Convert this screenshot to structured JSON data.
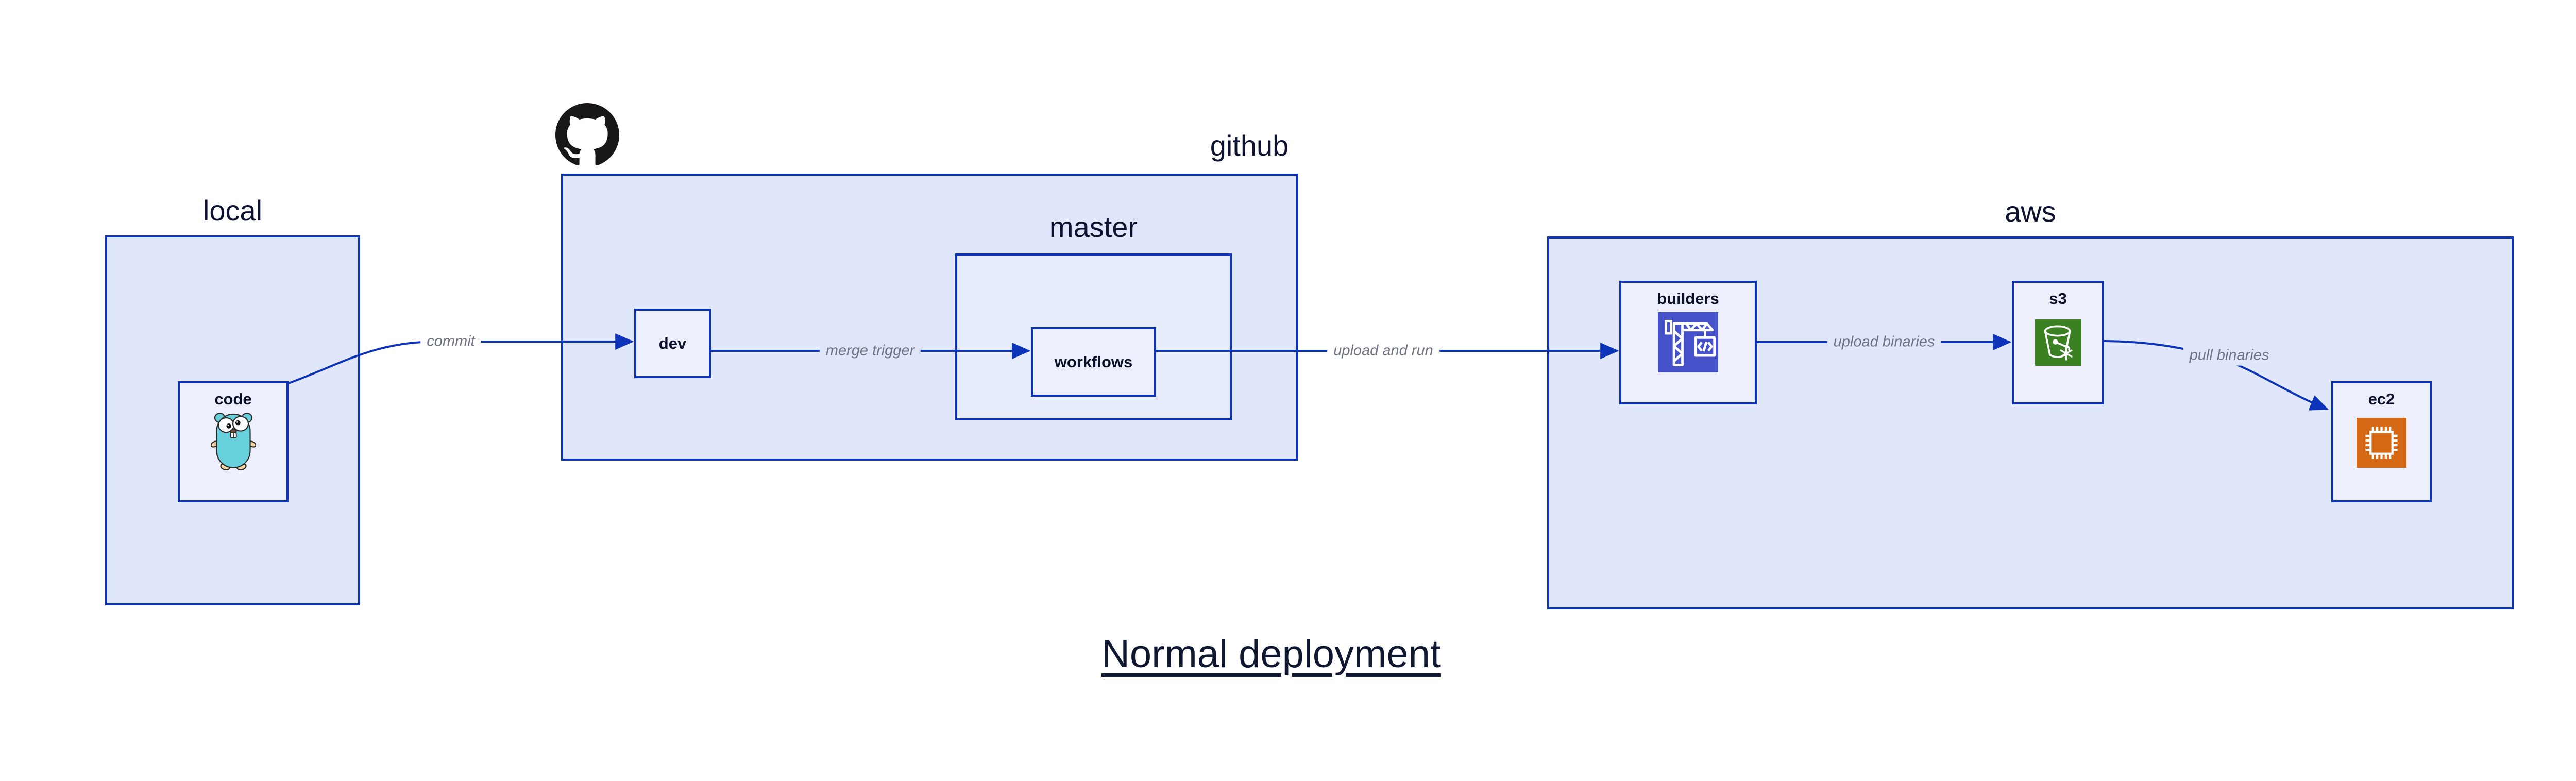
{
  "title": {
    "text": "Normal deployment"
  },
  "containers": {
    "local": {
      "label": "local"
    },
    "github": {
      "label": "github"
    },
    "master": {
      "label": "master"
    },
    "aws": {
      "label": "aws"
    }
  },
  "nodes": {
    "code": {
      "label": "code",
      "icon": "go-gopher-icon"
    },
    "dev": {
      "label": "dev"
    },
    "workflows": {
      "label": "workflows"
    },
    "builders": {
      "label": "builders",
      "icon": "aws-codebuild-crane-icon",
      "icon_bg": "#4552c9"
    },
    "s3": {
      "label": "s3",
      "icon": "s3-glacier-bucket-icon",
      "icon_bg": "#3b8023"
    },
    "ec2": {
      "label": "ec2",
      "icon": "ec2-chip-icon",
      "icon_bg": "#d56814"
    }
  },
  "edges": [
    {
      "id": "commit",
      "label": "commit",
      "from": "code",
      "to": "dev"
    },
    {
      "id": "merge-trigger",
      "label": "merge trigger",
      "from": "dev",
      "to": "workflows"
    },
    {
      "id": "upload-and-run",
      "label": "upload and run",
      "from": "workflows",
      "to": "builders"
    },
    {
      "id": "upload-binaries",
      "label": "upload binaries",
      "from": "builders",
      "to": "s3"
    },
    {
      "id": "pull-binaries",
      "label": "pull binaries",
      "from": "s3",
      "to": "ec2"
    }
  ],
  "decorations": {
    "github_logo": "github-octocat-icon"
  },
  "colors": {
    "background": "#ffffff",
    "container_fill": "#e1e7fa",
    "node_fill": "#edf0fc",
    "border_blue": "#0d33b8",
    "edge_blue": "#0d33b8",
    "label_dark": "#0a1029",
    "edge_label_gray": "#6e7383",
    "builders_icon_bg": "#4552c9",
    "s3_icon_bg": "#3b8023",
    "ec2_icon_bg": "#d56814",
    "octocat_black": "#191717",
    "gopher_teal": "#67d0da"
  }
}
